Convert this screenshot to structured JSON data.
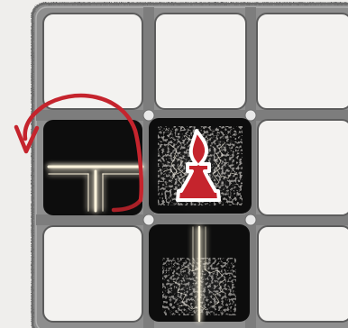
{
  "game": {
    "board": {
      "rows": 3,
      "columns": 3,
      "frame_color": "#8d8d8d",
      "empty_tile_color": "#f3f2f0",
      "dark_tile_color": "#0d0d0d",
      "glow_color": "#fbf3dc"
    },
    "tiles": [
      {
        "row": 1,
        "col": 1,
        "state": "empty"
      },
      {
        "row": 1,
        "col": 2,
        "state": "empty"
      },
      {
        "row": 1,
        "col": 3,
        "state": "empty"
      },
      {
        "row": 2,
        "col": 1,
        "state": "dark",
        "pattern": "t-junction-glow"
      },
      {
        "row": 2,
        "col": 2,
        "state": "dark",
        "pattern": "crackle-burst",
        "piece": "bishop-piece"
      },
      {
        "row": 2,
        "col": 3,
        "state": "empty"
      },
      {
        "row": 3,
        "col": 1,
        "state": "empty"
      },
      {
        "row": 3,
        "col": 2,
        "state": "dark",
        "pattern": "vertical-line-burst"
      },
      {
        "row": 3,
        "col": 3,
        "state": "empty"
      }
    ],
    "piece": {
      "icon": "bishop-piece",
      "color": "#c5242d",
      "outline": "#ffffff"
    },
    "rotate_hint": {
      "icon": "rotate-counterclockwise-arrow-icon",
      "color": "#c5242d"
    }
  }
}
